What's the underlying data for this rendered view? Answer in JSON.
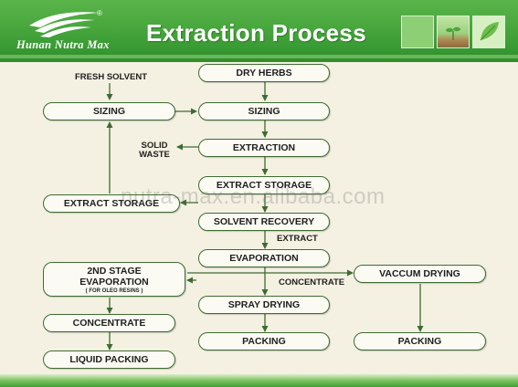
{
  "header": {
    "title": "Extraction Process",
    "logo_text": "Hunan Nutra Max",
    "logo_reg": "®",
    "accent_color": "#43a33a"
  },
  "watermark": "nutra-max.en.alibaba.com",
  "nodes": {
    "dry_herbs": "DRY HERBS",
    "sizing_left": "SIZING",
    "sizing_main": "SIZING",
    "extraction": "EXTRACTION",
    "extract_storage_main": "EXTRACT STORAGE",
    "extract_storage_left": "EXTRACT STORAGE",
    "solvent_recovery": "SOLVENT RECOVERY",
    "evaporation": "EVAPORATION",
    "second_stage_line1": "2ND STAGE",
    "second_stage_line2": "EVAPORATION",
    "second_stage_note": "( FOR OLEO RESINS )",
    "spray_drying": "SPRAY DRYING",
    "vaccum_drying": "VACCUM DRYING",
    "concentrate_box": "CONCENTRATE",
    "packing_main": "PACKING",
    "packing_right": "PACKING",
    "liquid_packing": "LIQUID PACKING"
  },
  "labels": {
    "fresh_solvent": "FRESH SOLVENT",
    "solid": "SOLID",
    "waste": "WASTE",
    "extract": "EXTRACT",
    "concentrate": "CONCENTRATE"
  },
  "colors": {
    "arrow": "#3e6b31",
    "box_border": "#3e6b31",
    "background": "#f4f1e2"
  }
}
